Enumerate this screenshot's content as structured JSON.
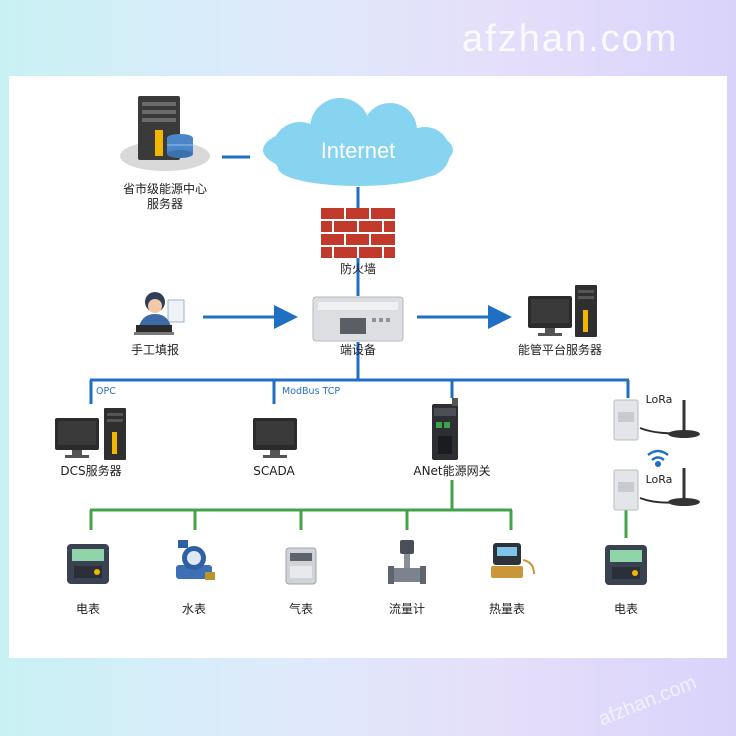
{
  "watermark": "afzhan.com",
  "cloud_label": "Internet",
  "nodes": {
    "province_center": "省市级能源中心\n服务器",
    "firewall": "防火墙",
    "manual_entry": "手工填报",
    "edge_device": "端设备",
    "platform_server": "能管平台服务器",
    "dcs_server": "DCS服务器",
    "scada": "SCADA",
    "gateway": "ANet能源网关"
  },
  "protocols": {
    "opc": "OPC",
    "modbus": "ModBus TCP"
  },
  "lora": [
    "LoRa",
    "LoRa"
  ],
  "meters": [
    "电表",
    "水表",
    "气表",
    "流量计",
    "热量表"
  ],
  "lora_meter": "电表",
  "colors": {
    "blue_line": "#1f6fc5",
    "green_line": "#43a34b",
    "cloud": "#7fd3ee",
    "firewall": "#c0392b"
  }
}
